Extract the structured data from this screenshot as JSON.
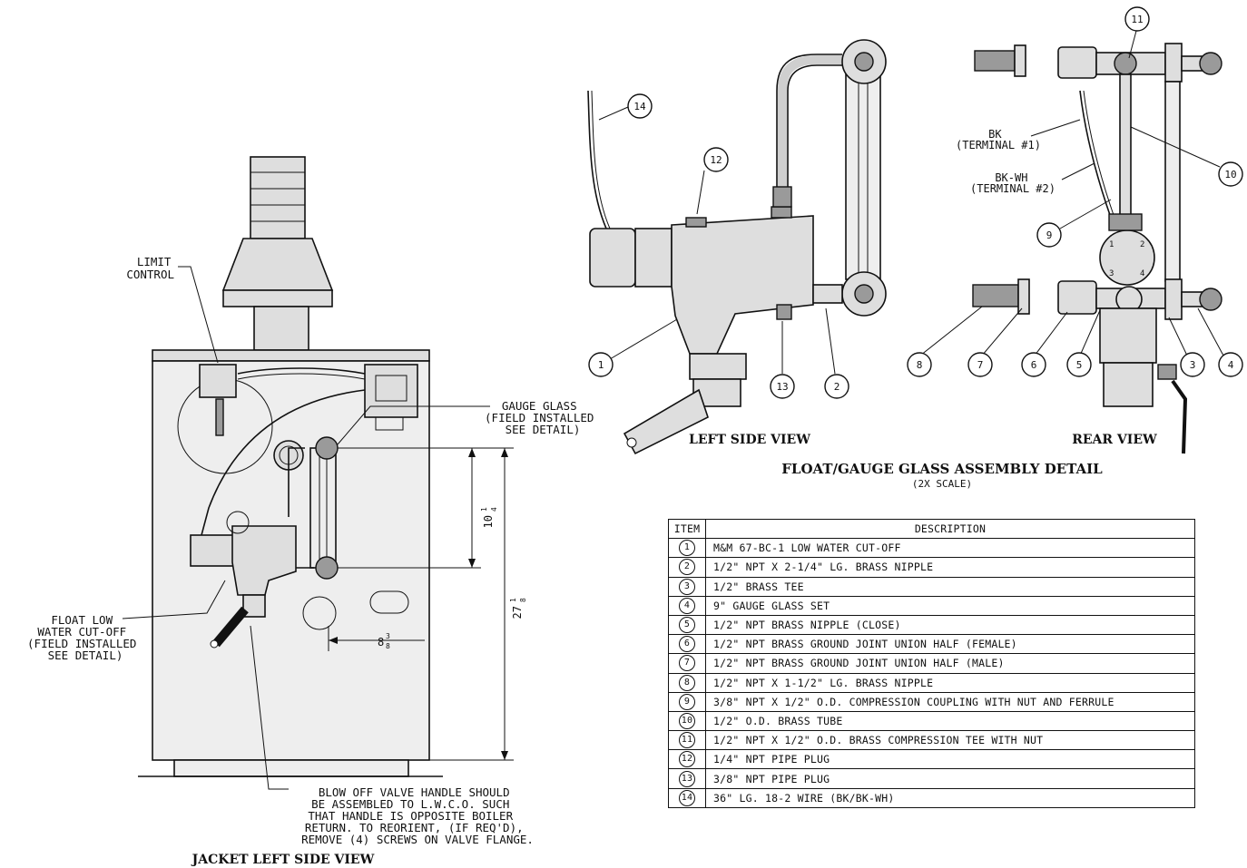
{
  "jacket_view": {
    "title": "JACKET LEFT SIDE VIEW",
    "labels": {
      "limit_control": [
        "LIMIT",
        "CONTROL"
      ],
      "gauge_glass": [
        "GAUGE GLASS",
        "(FIELD INSTALLED",
        "SEE DETAIL)"
      ],
      "float_low_water": [
        "FLOAT LOW",
        "WATER CUT-OFF",
        "(FIELD INSTALLED",
        "SEE DETAIL)"
      ],
      "blow_off_note": [
        "BLOW OFF VALVE HANDLE SHOULD",
        "BE ASSEMBLED TO L.W.C.O. SUCH",
        "THAT HANDLE IS OPPOSITE BOILER",
        "RETURN.  TO REORIENT, (IF REQ'D),",
        "REMOVE (4) SCREWS ON VALVE FLANGE."
      ]
    },
    "dimensions": {
      "gauge_height": {
        "whole": "10",
        "num": "1",
        "den": "4"
      },
      "overall_height": {
        "whole": "27",
        "num": "1",
        "den": "8"
      },
      "offset": {
        "whole": "8",
        "num": "3",
        "den": "8"
      }
    }
  },
  "detail": {
    "title": "FLOAT/GAUGE GLASS ASSEMBLY DETAIL",
    "scale": "(2X SCALE)",
    "left_view_title": "LEFT SIDE VIEW",
    "rear_view_title": "REAR VIEW",
    "wire_labels": {
      "bk": [
        "BK",
        "(TERMINAL #1)"
      ],
      "bkwh": [
        "BK-WH",
        "(TERMINAL #2)"
      ]
    },
    "terminal_numbers": [
      "1",
      "2",
      "3",
      "4"
    ],
    "left_callouts": [
      "14",
      "12",
      "1",
      "13",
      "2"
    ],
    "rear_callouts": [
      "11",
      "10",
      "9",
      "8",
      "7",
      "6",
      "5",
      "3",
      "4"
    ]
  },
  "parts_table": {
    "header_item": "ITEM",
    "header_description": "DESCRIPTION",
    "rows": [
      {
        "item": "1",
        "description": "M&M 67-BC-1 LOW WATER CUT-OFF"
      },
      {
        "item": "2",
        "description": "1/2\" NPT X 2-1/4\" LG. BRASS NIPPLE"
      },
      {
        "item": "3",
        "description": "1/2\" BRASS TEE"
      },
      {
        "item": "4",
        "description": "9\" GAUGE GLASS SET"
      },
      {
        "item": "5",
        "description": "1/2\" NPT BRASS NIPPLE (CLOSE)"
      },
      {
        "item": "6",
        "description": "1/2\" NPT BRASS GROUND JOINT UNION HALF (FEMALE)"
      },
      {
        "item": "7",
        "description": "1/2\" NPT BRASS GROUND JOINT UNION HALF (MALE)"
      },
      {
        "item": "8",
        "description": "1/2\" NPT X 1-1/2\" LG. BRASS NIPPLE"
      },
      {
        "item": "9",
        "description": "3/8\" NPT X 1/2\" O.D. COMPRESSION COUPLING WITH NUT AND FERRULE"
      },
      {
        "item": "10",
        "description": "1/2\" O.D. BRASS TUBE"
      },
      {
        "item": "11",
        "description": "1/2\" NPT X 1/2\" O.D. BRASS COMPRESSION TEE WITH NUT"
      },
      {
        "item": "12",
        "description": "1/4\" NPT PIPE PLUG"
      },
      {
        "item": "13",
        "description": "3/8\" NPT PIPE PLUG"
      },
      {
        "item": "14",
        "description": "36\" LG. 18-2 WIRE (BK/BK-WH)"
      }
    ]
  }
}
